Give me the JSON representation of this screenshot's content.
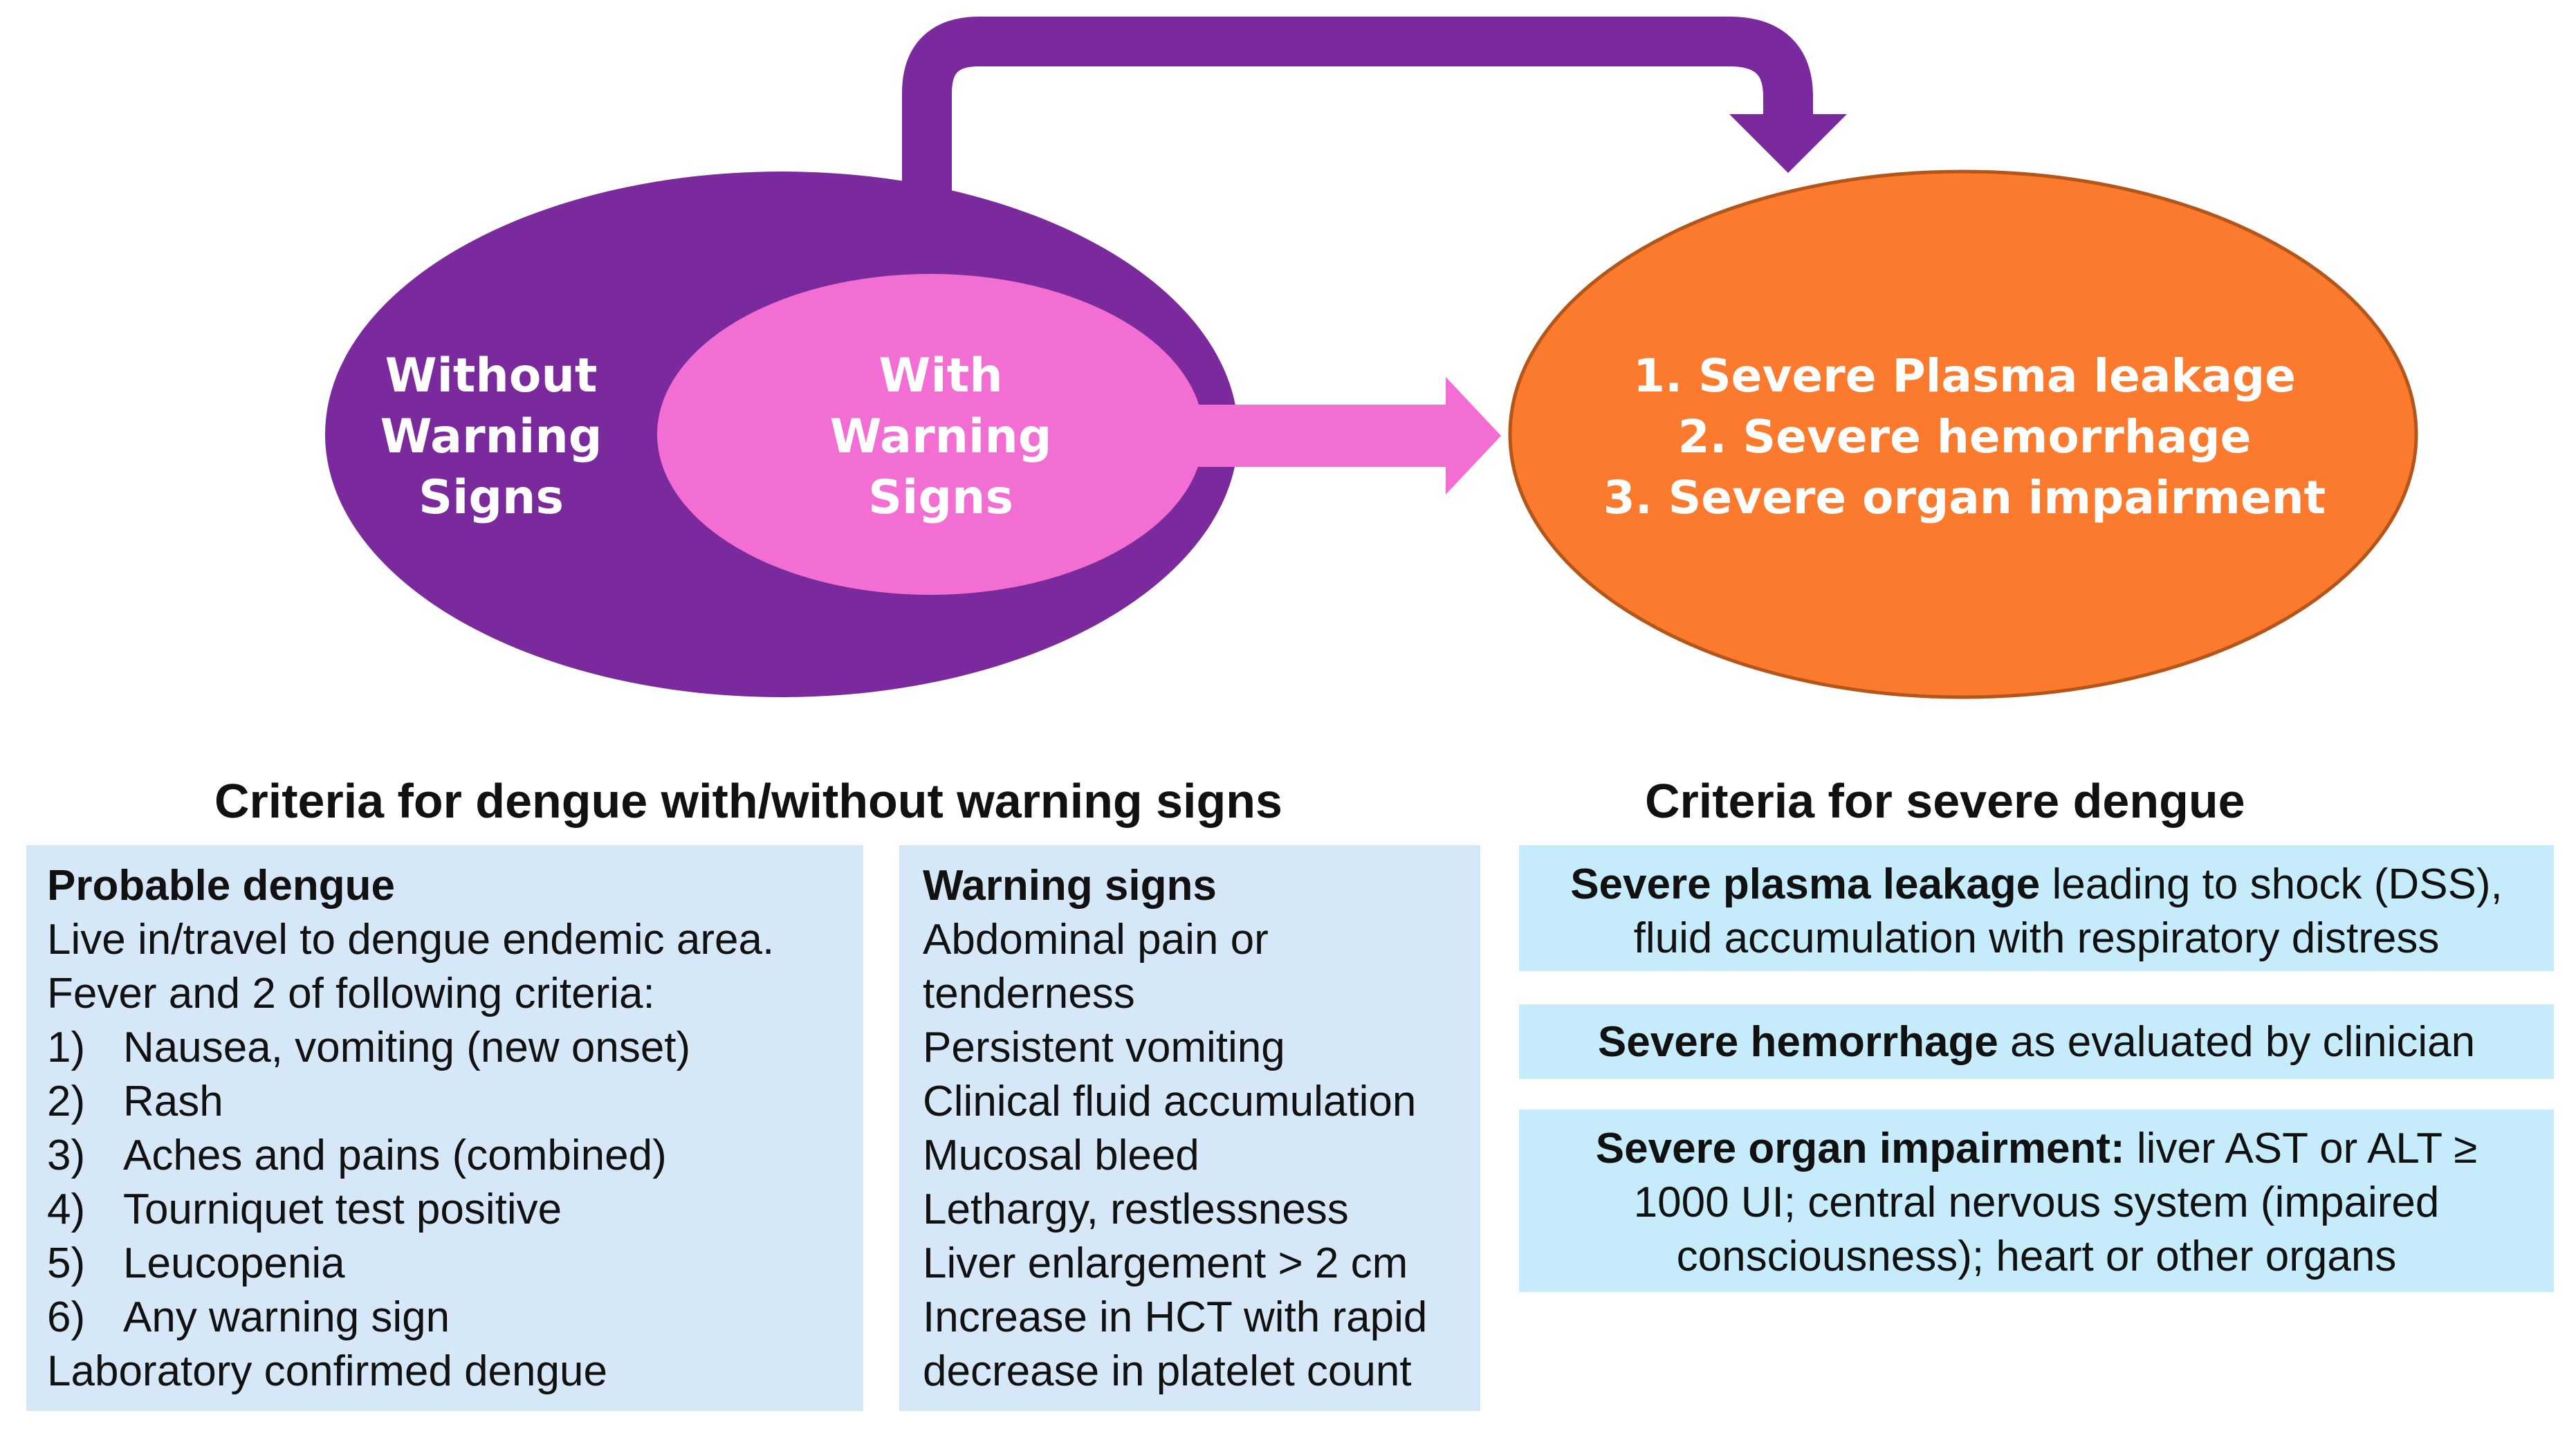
{
  "colors": {
    "purple": "#7b2a9e",
    "pink": "#f26ed2",
    "orange": "#fb7a2d",
    "box_blue": "#d6e8f7",
    "box_cyan": "#c6ecfb"
  },
  "ovals": {
    "without_label": "Without\nWarning\nSigns",
    "with_label": "With\nWarning\nSigns",
    "severe_items": [
      "1.  Severe Plasma leakage",
      "2.  Severe hemorrhage",
      "3.  Severe organ impairment"
    ]
  },
  "sections": {
    "left_title": "Criteria for dengue with/without warning signs",
    "right_title": "Criteria for severe dengue"
  },
  "probable": {
    "heading": "Probable dengue",
    "lines": [
      "Live in/travel to dengue endemic area.",
      "Fever and 2 of following criteria:"
    ],
    "criteria": [
      {
        "num": "1)",
        "text": "Nausea, vomiting (new onset)"
      },
      {
        "num": "2)",
        "text": "Rash"
      },
      {
        "num": "3)",
        "text": "Aches and pains (combined)"
      },
      {
        "num": "4)",
        "text": "Tourniquet test positive"
      },
      {
        "num": "5)",
        "text": "Leucopenia"
      },
      {
        "num": "6)",
        "text": "Any warning sign"
      }
    ],
    "footer": "Laboratory confirmed dengue"
  },
  "warning": {
    "heading": "Warning signs",
    "lines": [
      "Abdominal pain or",
      "tenderness",
      "Persistent vomiting",
      "Clinical fluid accumulation",
      "Mucosal bleed",
      "Lethargy, restlessness",
      "Liver enlargement > 2 cm",
      "Increase in HCT with rapid",
      "decrease in platelet count"
    ]
  },
  "severe_criteria": {
    "plasma_bold": "Severe plasma leakage",
    "plasma_rest": " leading to shock (DSS),",
    "plasma_line2": "fluid accumulation with respiratory distress",
    "hemorrhage_bold": "Severe hemorrhage",
    "hemorrhage_rest": " as evaluated by clinician",
    "organ_bold": "Severe organ impairment:",
    "organ_rest": " liver AST or ALT ≥",
    "organ_line2": "1000 UI; central nervous system (impaired",
    "organ_line3": "consciousness); heart or other organs"
  }
}
